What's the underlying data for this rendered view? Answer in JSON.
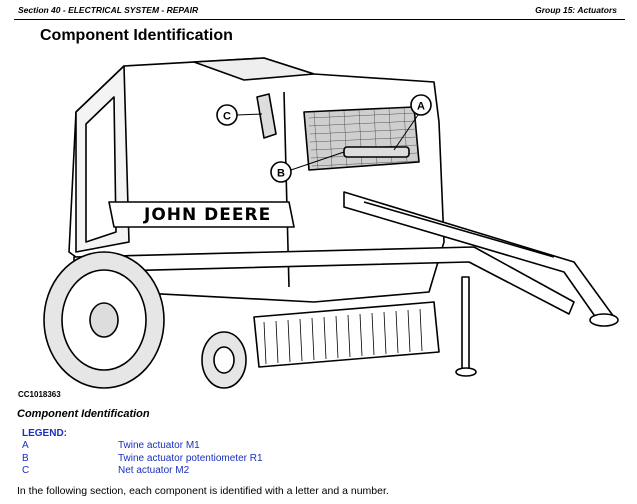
{
  "header": {
    "left": "Section 40 - ELECTRICAL SYSTEM - REPAIR",
    "right": "Group 15: Actuators"
  },
  "title": "Component Identification",
  "illustration": {
    "brand_text": "JOHN DEERE",
    "callouts": [
      "A",
      "B",
      "C"
    ],
    "figure_id": "CC1018363"
  },
  "caption": "Component Identification",
  "legend": {
    "title": "LEGEND:",
    "items": [
      {
        "key": "A",
        "value": "Twine actuator M1"
      },
      {
        "key": "B",
        "value": "Twine actuator potentiometer R1"
      },
      {
        "key": "C",
        "value": "Net actuator M2"
      }
    ]
  },
  "footer": "In the following section, each component is identified with a letter and a number."
}
